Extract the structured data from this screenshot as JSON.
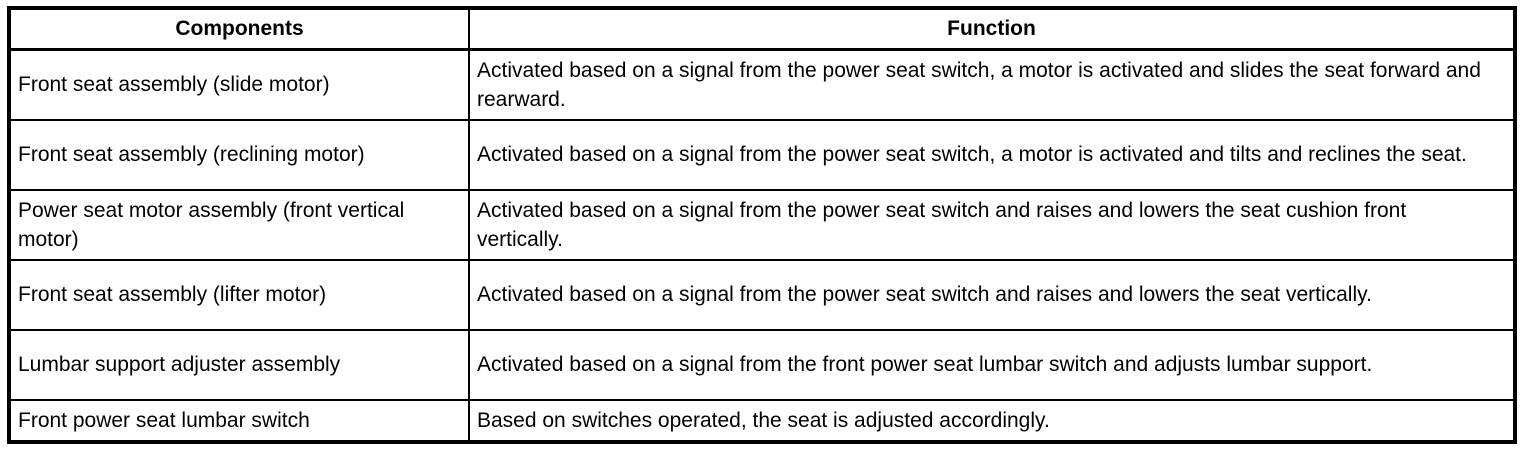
{
  "table": {
    "columns": [
      {
        "label": "Components"
      },
      {
        "label": "Function"
      }
    ],
    "rows": [
      {
        "component": "Front seat assembly (slide motor)",
        "function": "Activated based on a signal from the power seat switch, a motor is activated and slides the seat forward and rearward."
      },
      {
        "component": "Front seat assembly (reclining motor)",
        "function": "Activated based on a signal from the power seat switch, a motor is activated and tilts and reclines the seat."
      },
      {
        "component": "Power seat motor assembly (front vertical motor)",
        "function": "Activated based on a signal from the power seat switch and raises and lowers the seat cushion front vertically."
      },
      {
        "component": "Front seat assembly (lifter motor)",
        "function": "Activated based on a signal from the power seat switch and raises and lowers the seat vertically."
      },
      {
        "component": "Lumbar support adjuster assembly",
        "function": "Activated based on a signal from the front power seat lumbar switch and adjusts lumbar support."
      },
      {
        "component": "Front power seat lumbar switch",
        "function": "Based on switches operated, the seat is adjusted accordingly."
      }
    ],
    "colors": {
      "border": "#000000",
      "text": "#000000",
      "background": "#ffffff"
    }
  }
}
